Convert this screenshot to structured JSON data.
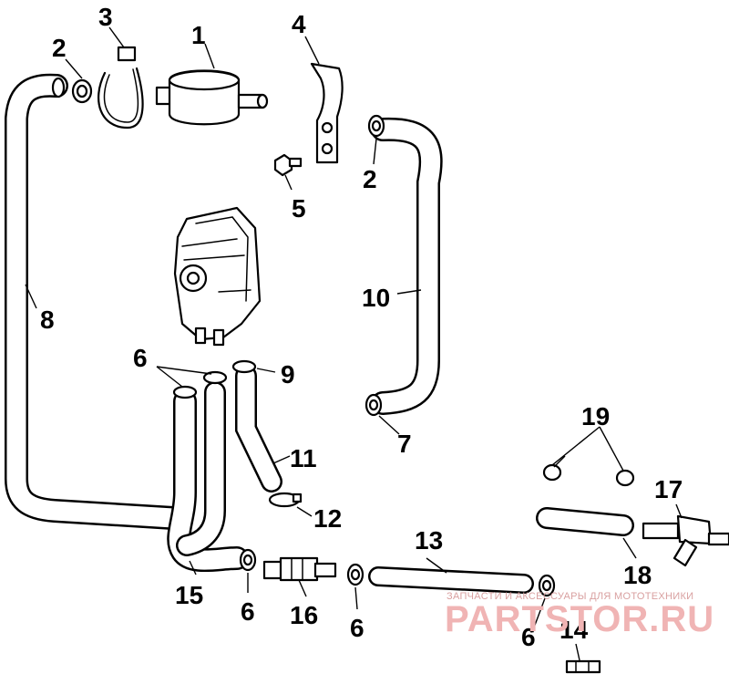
{
  "callouts": {
    "c1": "1",
    "c2a": "2",
    "c2b": "2",
    "c3": "3",
    "c4": "4",
    "c5": "5",
    "c6a": "6",
    "c6b": "6",
    "c6c": "6",
    "c6d": "6",
    "c7": "7",
    "c8": "8",
    "c9": "9",
    "c10": "10",
    "c11": "11",
    "c12": "12",
    "c13": "13",
    "c14": "14",
    "c15": "15",
    "c16": "16",
    "c17": "17",
    "c18": "18",
    "c19": "19"
  },
  "watermark": {
    "tagline": "ЗАПЧАСТИ И АКСЕССУАРЫ ДЛЯ МОТОТЕХНИКИ",
    "brand": "PARTSTOR.RU"
  },
  "colors": {
    "line": "#000000",
    "watermark": "#f0b4b4"
  }
}
